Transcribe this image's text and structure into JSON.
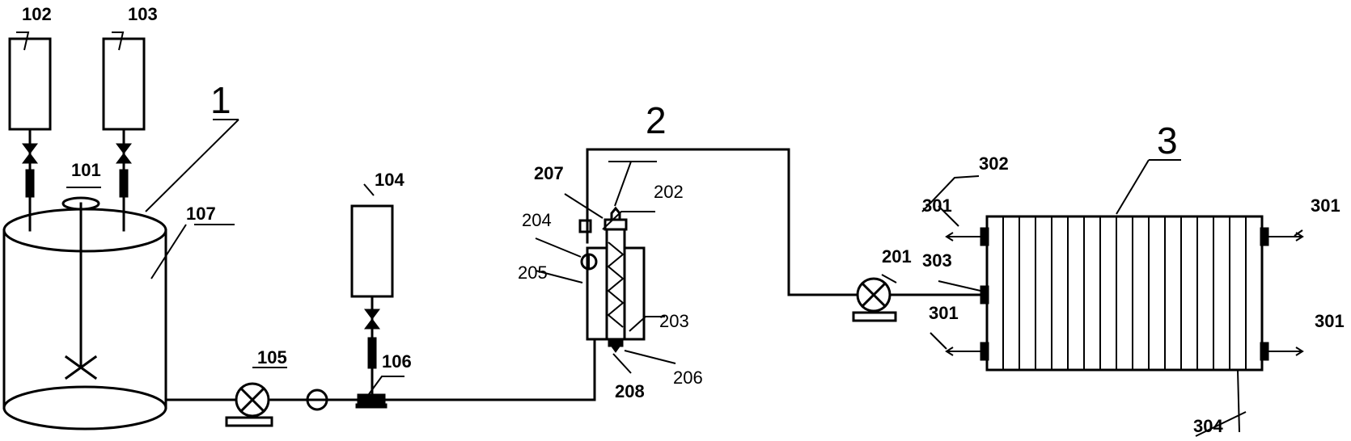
{
  "labels": {
    "unit_1": "1",
    "unit_2": "2",
    "unit_3": "3",
    "n101": "101",
    "n102": "102",
    "n103": "103",
    "n104": "104",
    "n105": "105",
    "n106": "106",
    "n107": "107",
    "n201": "201",
    "n202": "202",
    "n203": "203",
    "n204": "204",
    "n205": "205",
    "n206": "206",
    "n207": "207",
    "n208": "208",
    "n301_a": "301",
    "n301_b": "301",
    "n301_c": "301",
    "n301_d": "301",
    "n302": "302",
    "n303": "303",
    "n304": "304"
  }
}
